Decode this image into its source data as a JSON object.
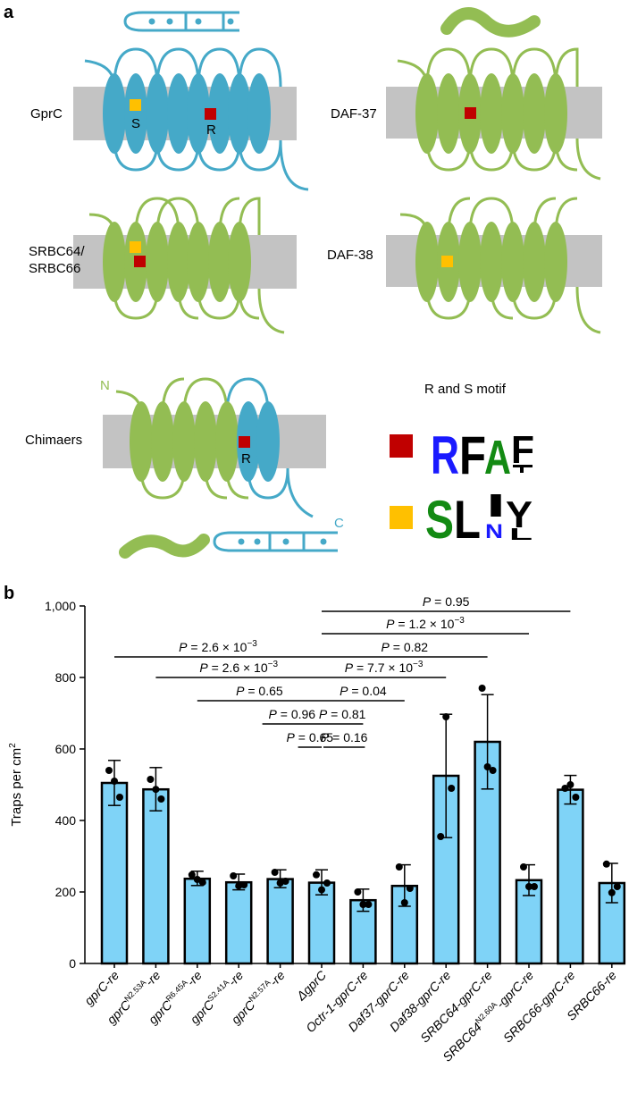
{
  "panel_a": {
    "label": "a",
    "receptors": {
      "gprc": "GprC",
      "daf37": "DAF-37",
      "srbc_line1": "SRBC64/",
      "srbc_line2": "SRBC66",
      "daf38": "DAF-38",
      "chimaers": "Chimaers"
    },
    "motif_s": "S",
    "motif_r": "R",
    "n_term": "N",
    "c_term": "C",
    "motif_title": "R and S motif",
    "logo_r": [
      "R",
      "F",
      "A",
      "F"
    ],
    "logo_s": [
      "S",
      "L",
      "I",
      "Y"
    ],
    "colors": {
      "fungal_gpcr": "#45a9c8",
      "nematode_gpcr": "#93bd53",
      "membrane": "#c3c3c3",
      "r_motif": "#c00000",
      "s_motif": "#ffc000"
    }
  },
  "panel_b": {
    "label": "b",
    "chart_data": {
      "type": "bar",
      "ylabel": "Traps per cm",
      "ylabel_sup": "2",
      "ylim": [
        0,
        1000
      ],
      "yticks": [
        "0",
        "200",
        "400",
        "600",
        "800",
        "1,000"
      ],
      "bar_color": "#7fd3f7",
      "categories": [
        {
          "base": "gprC",
          "sup": "",
          "tail": "-re"
        },
        {
          "base": "gprC",
          "sup": "N2.53A",
          "tail": "-re"
        },
        {
          "base": "gprC",
          "sup": "R6.45A",
          "tail": "-re"
        },
        {
          "base": "gprC",
          "sup": "S2.41A",
          "tail": "-re"
        },
        {
          "base": "gprC",
          "sup": "N2.57A",
          "tail": "-re"
        },
        {
          "base": "ΔgprC",
          "sup": "",
          "tail": ""
        },
        {
          "base": "Octr-1-gprC-re",
          "sup": "",
          "tail": ""
        },
        {
          "base": "Daf37-gprC-re",
          "sup": "",
          "tail": ""
        },
        {
          "base": "Daf38-gprC-re",
          "sup": "",
          "tail": ""
        },
        {
          "base": "SRBC64-gprC-re",
          "sup": "",
          "tail": ""
        },
        {
          "base": "SRBC64",
          "sup": "N2.60A",
          "tail": "-gprC-re"
        },
        {
          "base": "SRBC66-gprC-re",
          "sup": "",
          "tail": ""
        },
        {
          "base": "SRBC66-re",
          "sup": "",
          "tail": ""
        }
      ],
      "values": [
        505,
        487,
        237,
        227,
        236,
        226,
        177,
        217,
        525,
        620,
        233,
        486,
        225
      ],
      "error": [
        [
          442,
          568
        ],
        [
          427,
          548
        ],
        [
          218,
          258
        ],
        [
          206,
          250
        ],
        [
          212,
          262
        ],
        [
          192,
          262
        ],
        [
          146,
          208
        ],
        [
          160,
          276
        ],
        [
          352,
          697
        ],
        [
          488,
          752
        ],
        [
          190,
          276
        ],
        [
          446,
          526
        ],
        [
          170,
          280
        ]
      ],
      "points": [
        [
          540,
          465,
          510
        ],
        [
          515,
          460,
          487
        ],
        [
          248,
          227,
          235
        ],
        [
          245,
          220,
          217
        ],
        [
          255,
          230,
          225
        ],
        [
          248,
          225,
          206
        ],
        [
          200,
          165,
          165
        ],
        [
          270,
          210,
          170
        ],
        [
          355,
          490,
          690
        ],
        [
          770,
          540,
          550
        ],
        [
          270,
          215,
          215
        ],
        [
          490,
          465,
          500
        ],
        [
          278,
          215,
          198
        ]
      ],
      "comparisons": [
        {
          "from": 0,
          "to": 5,
          "p": "2.6 × 10",
          "exp": "−3"
        },
        {
          "from": 1,
          "to": 5,
          "p": "2.6 × 10",
          "exp": "−3"
        },
        {
          "from": 2,
          "to": 5,
          "p": "0.65",
          "exp": ""
        },
        {
          "from": 3,
          "to": 5,
          "p": "0.96",
          "exp": ""
        },
        {
          "from": 4,
          "to": 5,
          "p": "0.65",
          "exp": ""
        },
        {
          "from": 5,
          "to": 11,
          "p": "0.95",
          "exp": ""
        },
        {
          "from": 5,
          "to": 10,
          "p": "1.2 × 10",
          "exp": "−3"
        },
        {
          "from": 5,
          "to": 9,
          "p": "0.82",
          "exp": ""
        },
        {
          "from": 5,
          "to": 8,
          "p": "7.7 × 10",
          "exp": "−3"
        },
        {
          "from": 5,
          "to": 7,
          "p": "0.04",
          "exp": ""
        },
        {
          "from": 5,
          "to": 6,
          "p": "0.81",
          "exp": ""
        },
        {
          "from": 5,
          "to": 6,
          "p": "0.16",
          "exp": ""
        }
      ],
      "p_prefix": "P",
      "p_equals": " = "
    }
  }
}
